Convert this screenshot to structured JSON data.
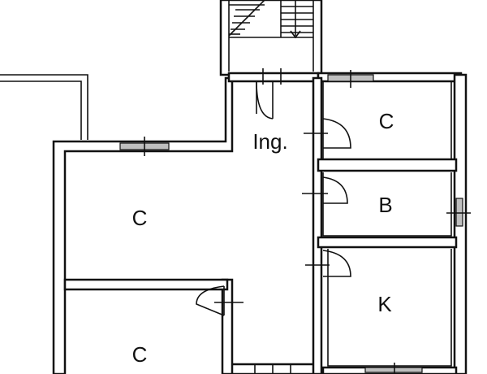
{
  "plan": {
    "rooms": [
      {
        "id": "ingresso",
        "label": "Ing."
      },
      {
        "id": "camera-nord-est",
        "label": "C"
      },
      {
        "id": "bagno",
        "label": "B"
      },
      {
        "id": "cucina",
        "label": "K"
      },
      {
        "id": "camera-ovest",
        "label": "C"
      },
      {
        "id": "camera-sud-ovest",
        "label": "C"
      }
    ],
    "colors": {
      "line": "#111111",
      "background": "#ffffff",
      "window_fill": "#bfbfbf"
    }
  }
}
